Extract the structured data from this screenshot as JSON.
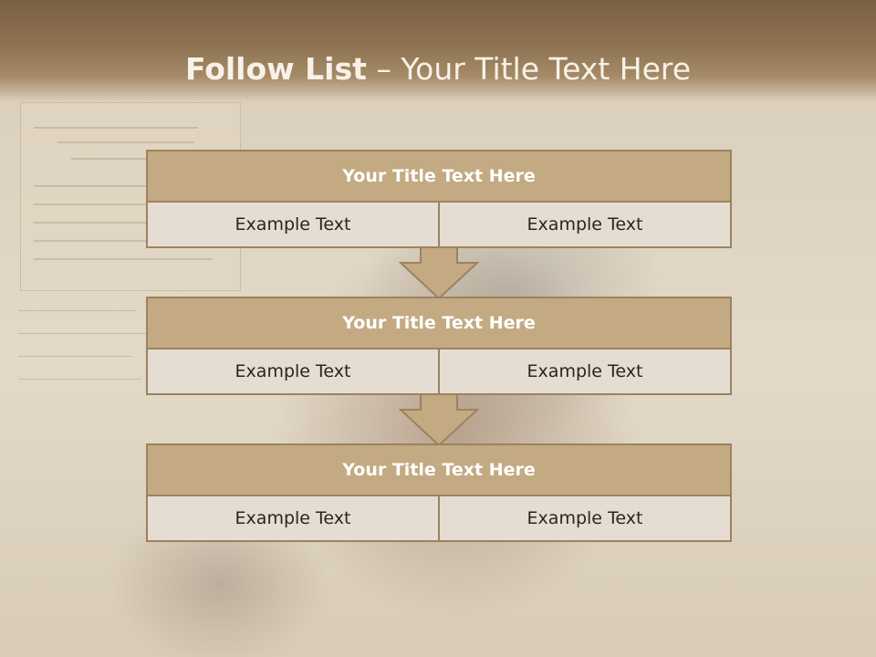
{
  "header": {
    "title_bold": "Follow List",
    "title_rest": " – Your Title Text Here"
  },
  "steps": [
    {
      "title": "Your Title Text Here",
      "left": "Example Text",
      "right": "Example Text"
    },
    {
      "title": "Your Title Text Here",
      "left": "Example Text",
      "right": "Example Text"
    },
    {
      "title": "Your Title Text Here",
      "left": "Example Text",
      "right": "Example Text"
    }
  ],
  "colors": {
    "header_band": "#8e7352",
    "block_title_fill": "#c4aa82",
    "block_border": "#9c8260",
    "cell_fill": "#e5ddd1",
    "arrow_fill": "#c4aa82"
  },
  "icons": [
    "down-arrow-icon",
    "down-arrow-icon"
  ]
}
